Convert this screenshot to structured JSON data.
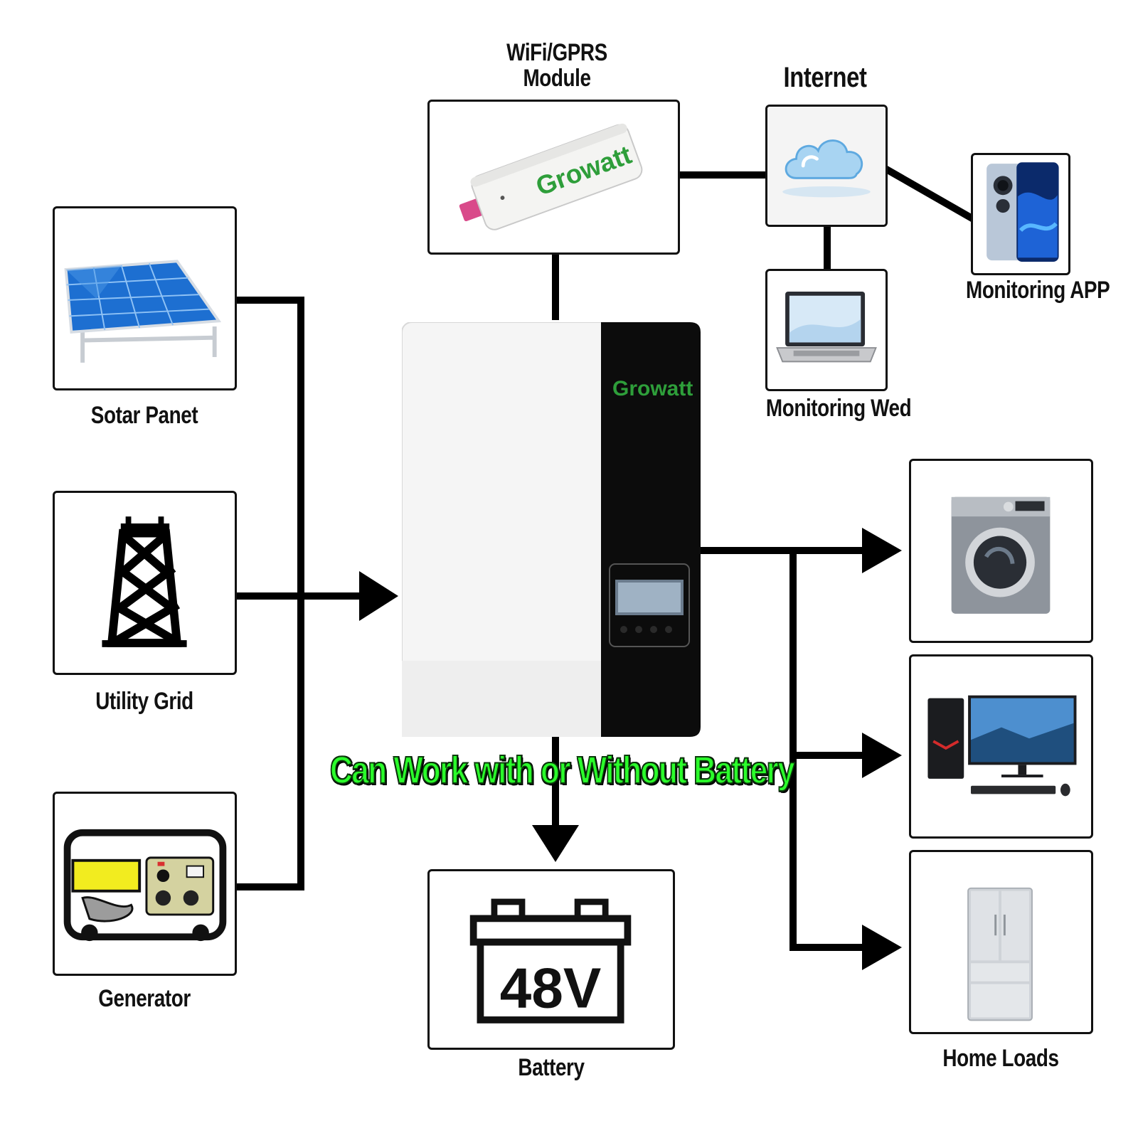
{
  "nodes": {
    "wifi_module": {
      "label_line1": "WiFi/GPRS",
      "label_line2": "Module",
      "device_logo": "Growatt"
    },
    "internet": {
      "label": "Internet"
    },
    "monitoring_app": {
      "label": "Monitoring APP"
    },
    "monitoring_web": {
      "label": "Monitoring Wed"
    },
    "solar_panel": {
      "label": "Sotar Panet"
    },
    "utility_grid": {
      "label": "Utility Grid"
    },
    "generator": {
      "label": "Generator"
    },
    "inverter": {
      "logo": "Growatt"
    },
    "battery": {
      "label": "Battery",
      "voltage": "48V"
    },
    "home_loads": {
      "label": "Home Loads"
    }
  },
  "tagline": "Can Work with or Without Battery",
  "colors": {
    "line": "#000000",
    "tagline_fill": "#2bff2b",
    "logo_green": "#2e9e3a",
    "inverter_black": "#0c0c0c",
    "panel_blue": "#1d6fd1"
  },
  "icons": {
    "wifi_module": "usb-dongle-icon",
    "internet": "cloud-icon",
    "monitoring_app": "smartphone-icon",
    "monitoring_web": "laptop-icon",
    "solar_panel": "solar-panel-icon",
    "utility_grid": "power-tower-icon",
    "generator": "generator-icon",
    "battery": "battery-icon",
    "washing_machine": "washing-machine-icon",
    "computer": "desktop-computer-icon",
    "refrigerator": "refrigerator-icon"
  }
}
